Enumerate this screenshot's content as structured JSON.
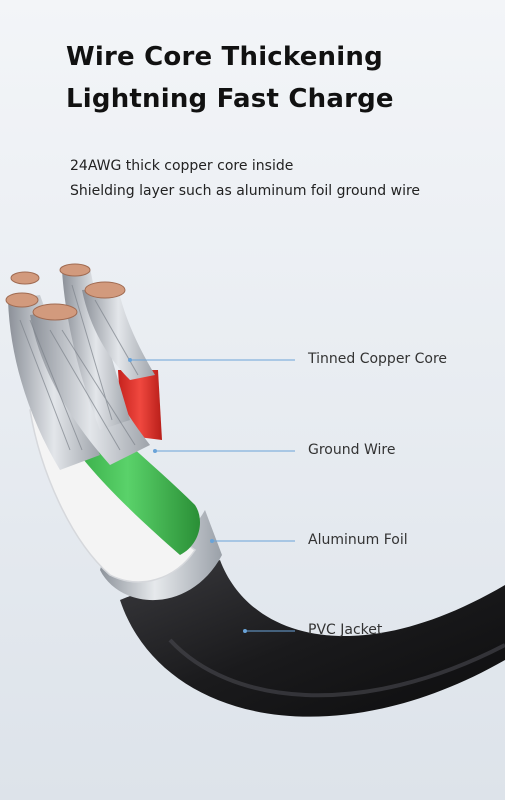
{
  "heading": {
    "line1": "Wire Core Thickening",
    "line2": "Lightning Fast Charge"
  },
  "description": {
    "line1": "24AWG thick copper core inside",
    "line2": "Shielding layer such as aluminum foil ground wire"
  },
  "callouts": [
    {
      "label": "Tinned Copper Core"
    },
    {
      "label": "Ground Wire"
    },
    {
      "label": "Aluminum Foil"
    },
    {
      "label": "PVC Jacket"
    }
  ],
  "colors": {
    "copper_strands": "#c9ccd1",
    "red_insulation": "#e8322c",
    "green_insulation": "#3dbf4a",
    "white_insulation": "#f2f2f2",
    "aluminum_foil": "#b9bec6",
    "pvc_jacket": "#1b1b1d",
    "callout_line": "#6aa3d8"
  }
}
